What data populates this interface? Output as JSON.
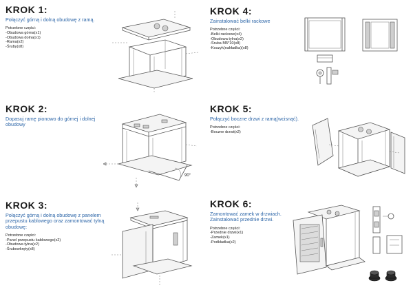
{
  "steps": [
    {
      "title": "KROK 1:",
      "description": "Połączyć górną i dolną obudowę z ramą.",
      "parts_heading": "Potrzebne części:",
      "parts": [
        "-Obudowa górna(x1)",
        "-Obudowa dolna(x1)",
        "-Rama(x2)",
        "-Śruby(x8)"
      ]
    },
    {
      "title": "KROK 2:",
      "description": "Dopasuj ramę pionowo do górnej i dolnej obudowy",
      "parts_heading": "",
      "parts": []
    },
    {
      "title": "KROK 3:",
      "description": "Połączyć górną i dolną obudowę z panelem przepustu kablowego oraz zamontować tylną obudowę:",
      "parts_heading": "Potrzebne części:",
      "parts": [
        "-Panel przepustu kablowego(x2)",
        "-Obudowa tylna(x2)",
        "-Śrubowkręty(x8)"
      ]
    },
    {
      "title": "KROK 4:",
      "description": "Zainstalować belki rackowe",
      "parts_heading": "Potrzebne części:",
      "parts": [
        "-Belki rackowe(x4)",
        "-Obudowa tylna(x2)",
        "-Śruba M5*10(x8)",
        "-Koszyk(nakładka)(x8)"
      ]
    },
    {
      "title": "KROK 5:",
      "description": "Połączyć boczne drzwi z ramą(wcisnąć).",
      "parts_heading": "Potrzebne części:",
      "parts": [
        "-Boczne drzwi(x2)"
      ]
    },
    {
      "title": "KROK 6:",
      "description": "Zamontować zamek w drzwiach. Zainstalować przednie drzwi.",
      "parts_heading": "Potrzebne części:",
      "parts": [
        "-Przednie drzwi(x1)",
        "-Zamek(x1)",
        "-Podkładka(x2)"
      ]
    }
  ],
  "annotations": {
    "angle_label": "90°"
  },
  "colors": {
    "title": "#1b1b1b",
    "description": "#2d66a8",
    "text": "#222222"
  }
}
